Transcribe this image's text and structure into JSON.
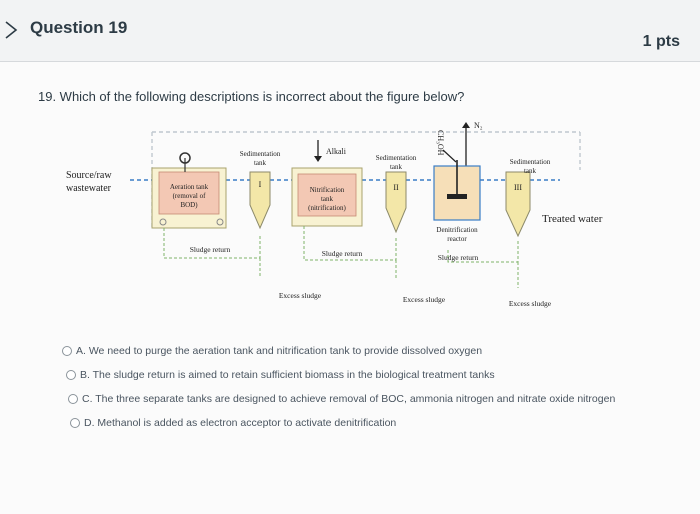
{
  "question": {
    "title": "Question 19",
    "points": "1 pts",
    "prompt": "19. Which of the following descriptions is incorrect about the figure below?"
  },
  "diagram": {
    "source_label_1": "Source/raw",
    "source_label_2": "wastewater",
    "aeration_1": "Aeration tank",
    "aeration_2": "(removal of",
    "aeration_3": "BOD)",
    "sed1_1": "Sedimentation",
    "sed1_2": "tank",
    "roman_1": "I",
    "alkali": "Alkali",
    "nitri_1": "Nitrification",
    "nitri_2": "tank",
    "nitri_3": "(nitrification)",
    "sed2_1": "Sedimentation",
    "sed2_2": "tank",
    "roman_2": "II",
    "methanol": "CH₃OH",
    "n2": "N₂",
    "denit_1": "Denitrification",
    "denit_2": "reactor",
    "sed3_1": "Sedimentation",
    "sed3_2": "tank",
    "roman_3": "III",
    "treated": "Treated water",
    "sludge_return_1": "Sludge return",
    "sludge_return_2": "Sludge return",
    "sludge_return_3": "Sludge return",
    "excess_1": "Excess sludge",
    "excess_2": "Excess sludge",
    "excess_3": "Excess sludge"
  },
  "options": [
    {
      "label": "A. We need to purge the aeration tank and nitrification tank to provide dissolved oxygen"
    },
    {
      "label": "B. The sludge return is aimed to retain sufficient biomass in the biological treatment tanks"
    },
    {
      "label": "C. The three separate tanks are designed to achieve removal of BOC, ammonia nitrogen and nitrate oxide nitrogen"
    },
    {
      "label": "D. Methanol is added as electron acceptor to activate denitrification"
    }
  ]
}
